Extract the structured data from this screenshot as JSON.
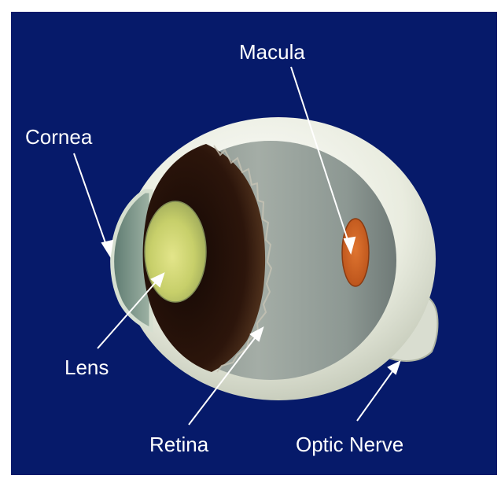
{
  "diagram": {
    "labels": {
      "macula": "Macula",
      "cornea": "Cornea",
      "lens": "Lens",
      "retina": "Retina",
      "optic_nerve": "Optic Nerve"
    },
    "colors": {
      "background": "#061a6a",
      "label_text": "#ffffff",
      "pointer": "#ffffff",
      "macula": "#d2661e",
      "lens": "#c9cf6a",
      "iris": "#2a140c",
      "sclera": "#e9ecdf",
      "retina_interior": "#8f9a93"
    }
  }
}
